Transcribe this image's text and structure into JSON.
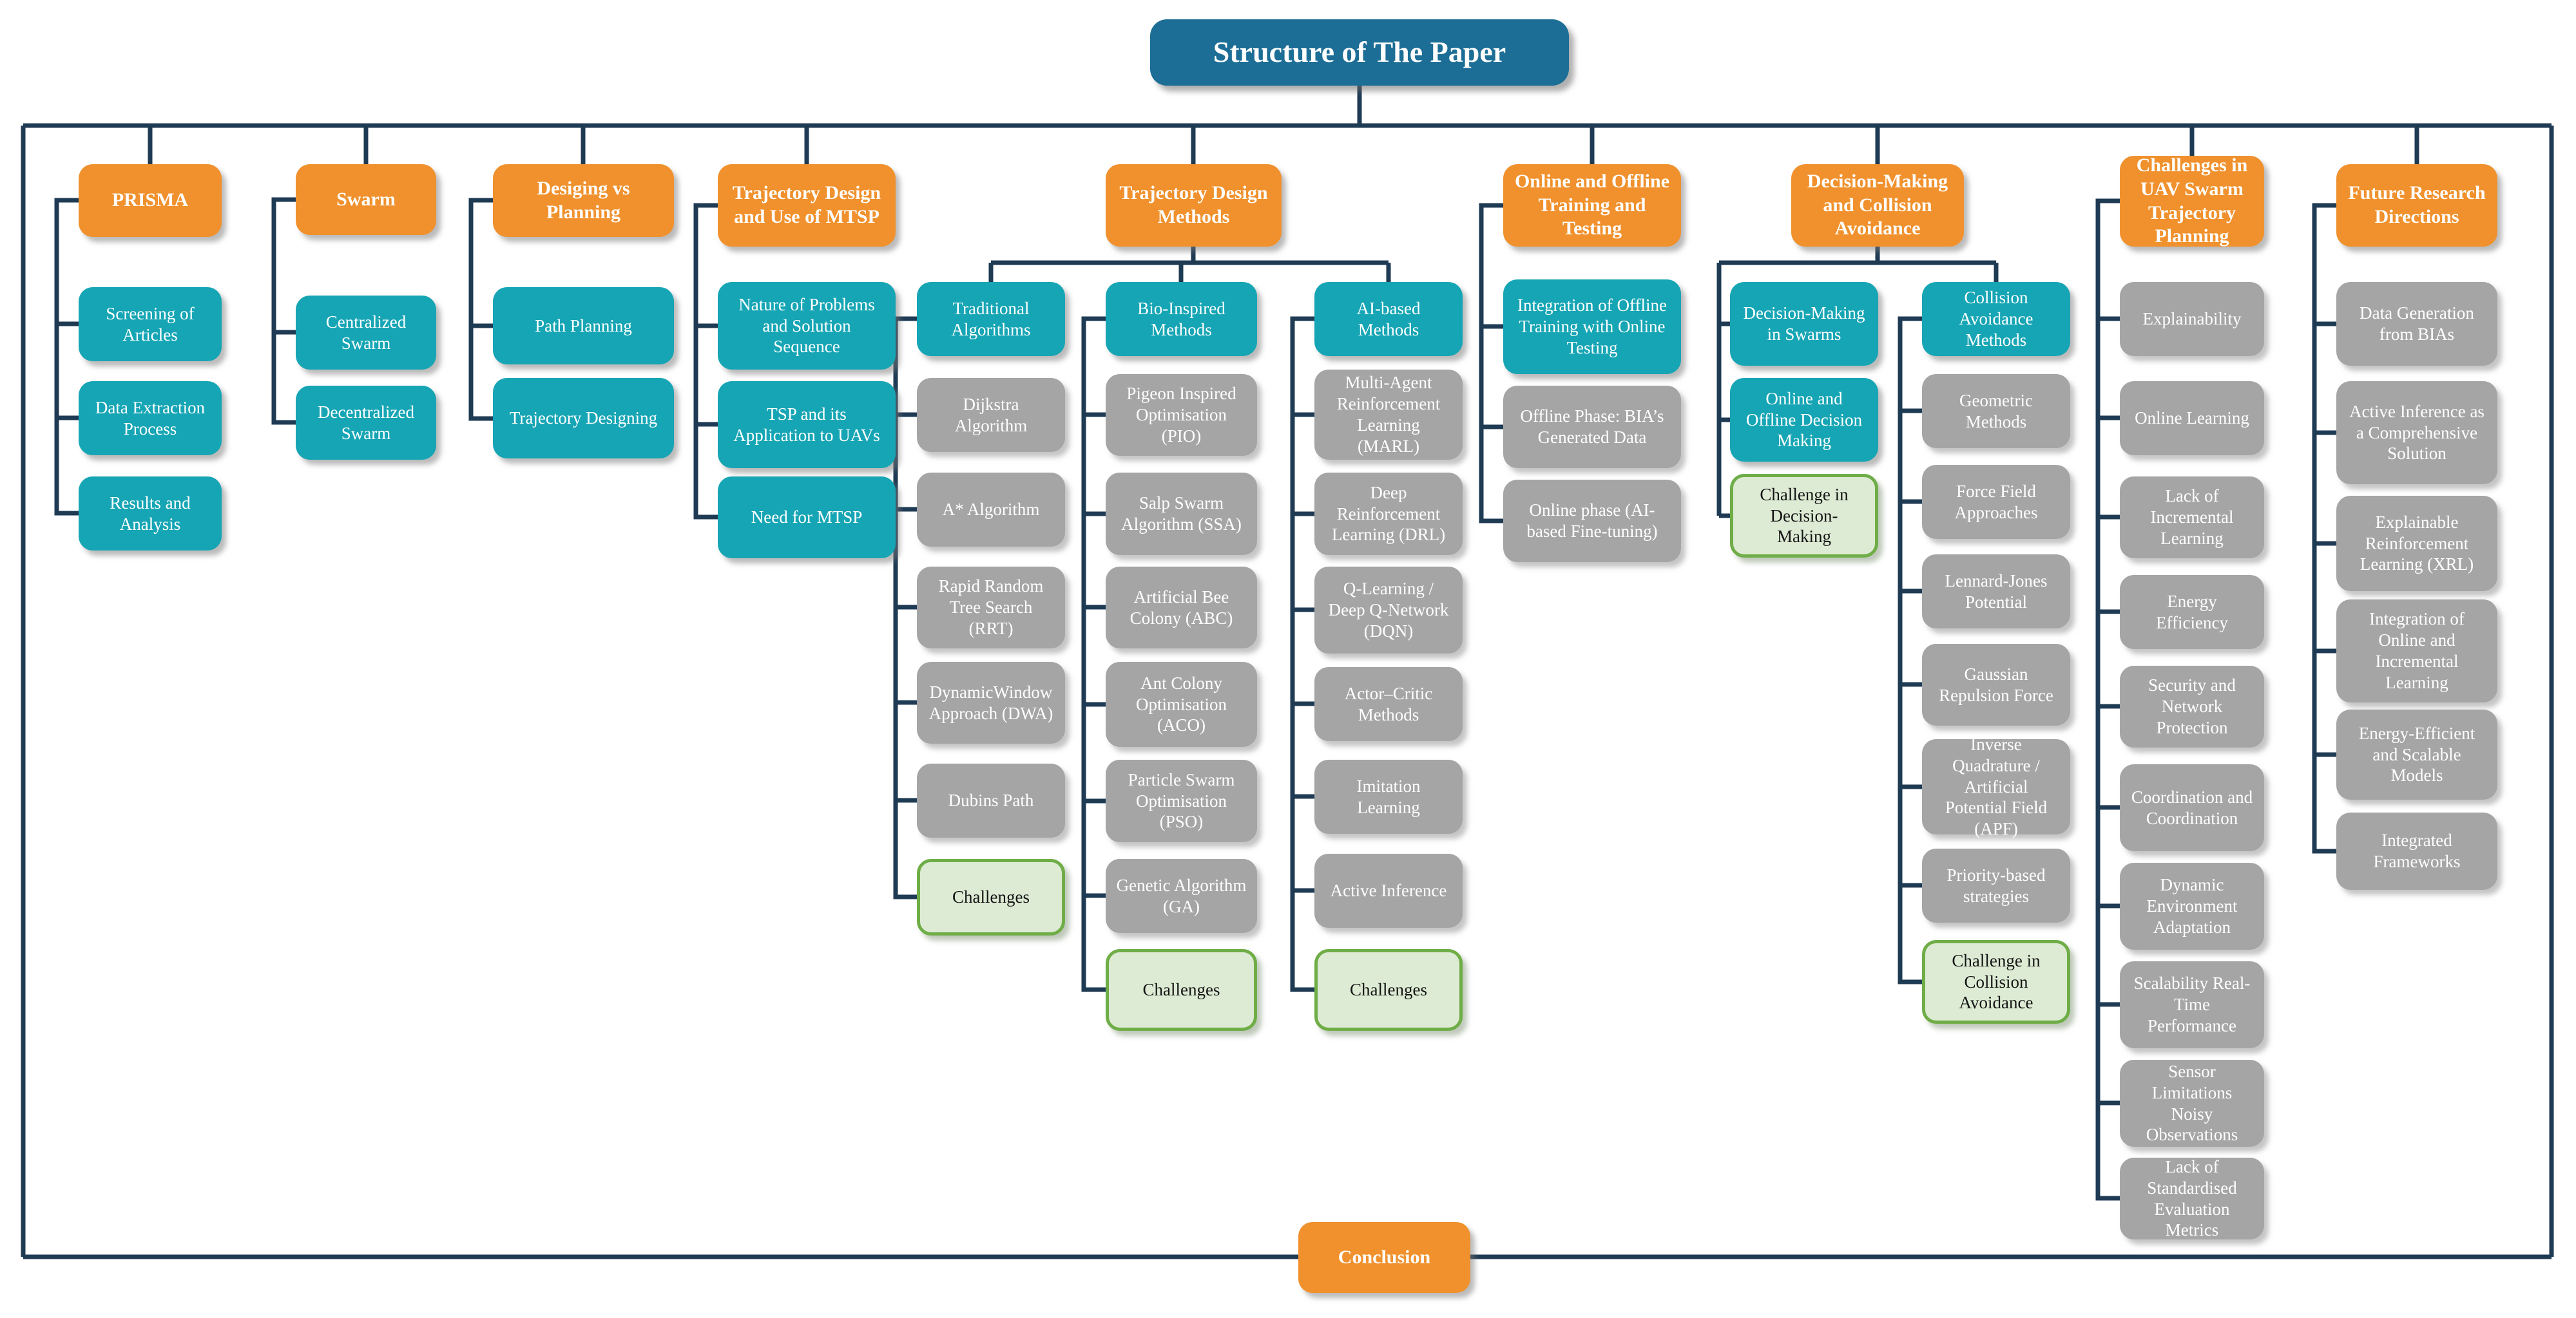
{
  "title": "Structure of The Paper",
  "conclusion": "Conclusion",
  "colors": {
    "title_blue": "#1D6E96",
    "header_orange": "#F0912D",
    "teal": "#16A5B4",
    "gray": "#A5A5A5",
    "green_fill": "#DDEBD4",
    "green_border": "#6FAD47",
    "connector_navy": "#1F3B54"
  },
  "columns": [
    {
      "header": "PRISMA",
      "children": [
        {
          "label": "Screening of Articles"
        },
        {
          "label": "Data Extraction Process"
        },
        {
          "label": "Results and Analysis"
        }
      ]
    },
    {
      "header": "Swarm",
      "children": [
        {
          "label": "Centralized Swarm"
        },
        {
          "label": "Decentralized Swarm"
        }
      ]
    },
    {
      "header": "Desiging vs Planning",
      "children": [
        {
          "label": "Path Planning"
        },
        {
          "label": "Trajectory Designing"
        }
      ]
    },
    {
      "header": "Trajectory Design and Use of MTSP",
      "children": [
        {
          "label": "Nature of Problems and Solution Sequence"
        },
        {
          "label": "TSP and its Application to UAVs"
        },
        {
          "label": "Need for MTSP"
        }
      ]
    },
    {
      "header": "Trajectory Design Methods",
      "subcolumns": [
        {
          "header": "Traditional Algorithms",
          "children": [
            {
              "label": "Dijkstra Algorithm"
            },
            {
              "label": "A* Algorithm"
            },
            {
              "label": "Rapid Random Tree Search (RRT)"
            },
            {
              "label": "DynamicWindow Approach (DWA)"
            },
            {
              "label": "Dubins Path"
            },
            {
              "label": "Challenges"
            }
          ]
        },
        {
          "header": "Bio-Inspired Methods",
          "children": [
            {
              "label": "Pigeon Inspired Optimisation (PIO)"
            },
            {
              "label": "Salp Swarm Algorithm (SSA)"
            },
            {
              "label": "Artificial Bee Colony (ABC)"
            },
            {
              "label": "Ant Colony Optimisation (ACO)"
            },
            {
              "label": "Particle Swarm Optimisation (PSO)"
            },
            {
              "label": "Genetic Algorithm (GA)"
            },
            {
              "label": "Challenges"
            }
          ]
        },
        {
          "header": "AI-based Methods",
          "children": [
            {
              "label": "Multi-Agent Reinforcement Learning (MARL)"
            },
            {
              "label": "Deep Reinforcement Learning (DRL)"
            },
            {
              "label": "Q-Learning / Deep Q-Network (DQN)"
            },
            {
              "label": "Actor–Critic Methods"
            },
            {
              "label": "Imitation Learning"
            },
            {
              "label": "Active Inference"
            },
            {
              "label": "Challenges"
            }
          ]
        }
      ]
    },
    {
      "header": "Online and Offline Training and Testing",
      "children": [
        {
          "label": "Integration of Offline Training with Online Testing"
        },
        {
          "label": "Offline Phase: BIA’s Generated Data"
        },
        {
          "label": "Online phase (AI-based Fine-tuning)"
        }
      ]
    },
    {
      "header": "Decision-Making and Collision Avoidance",
      "subcolumns": [
        {
          "children": [
            {
              "label": "Decision-Making in Swarms"
            },
            {
              "label": "Online and Offline Decision Making"
            },
            {
              "label": "Challenge in Decision-Making"
            }
          ]
        },
        {
          "header": "Collision Avoidance Methods",
          "children": [
            {
              "label": "Geometric Methods"
            },
            {
              "label": "Force Field Approaches"
            },
            {
              "label": "Lennard-Jones Potential"
            },
            {
              "label": "Gaussian Repulsion Force"
            },
            {
              "label": "Inverse Quadrature / Artificial Potential Field (APF)"
            },
            {
              "label": "Priority-based strategies"
            },
            {
              "label": "Challenge in Collision Avoidance"
            }
          ]
        }
      ]
    },
    {
      "header": "Challenges in UAV Swarm Trajectory Planning",
      "children": [
        {
          "label": "Explainability"
        },
        {
          "label": "Online Learning"
        },
        {
          "label": "Lack of Incremental Learning"
        },
        {
          "label": "Energy Efficiency"
        },
        {
          "label": "Security and Network Protection"
        },
        {
          "label": "Coordination and Coordination"
        },
        {
          "label": "Dynamic Environment Adaptation"
        },
        {
          "label": "Scalability Real-Time Performance"
        },
        {
          "label": "Sensor Limitations Noisy Observations"
        },
        {
          "label": "Lack of Standardised Evaluation Metrics"
        }
      ]
    },
    {
      "header": "Future Research Directions",
      "children": [
        {
          "label": "Data Generation from BIAs"
        },
        {
          "label": "Active Inference as a Comprehensive Solution"
        },
        {
          "label": "Explainable Reinforcement Learning (XRL)"
        },
        {
          "label": "Integration of Online and Incremental Learning"
        },
        {
          "label": "Energy-Efficient and Scalable Models"
        },
        {
          "label": "Integrated Frameworks"
        }
      ]
    }
  ]
}
